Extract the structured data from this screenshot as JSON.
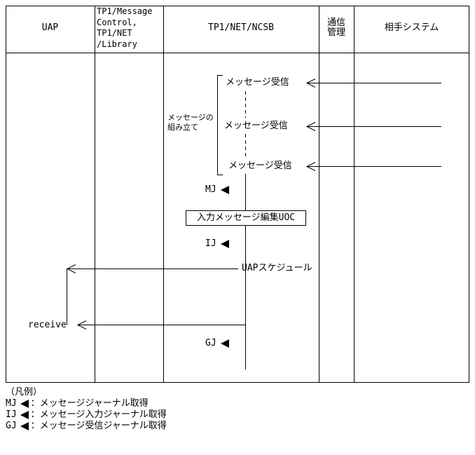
{
  "header": {
    "col_uap": "UAP",
    "col_library": "TP1/Message\nControl,\nTP1/NET\n/Library",
    "col_ncsb": "TP1/NET/NCSB",
    "col_comm": "通信\n管理",
    "col_partner": "相手システム"
  },
  "body": {
    "msg_receive_1": "メッセージ受信",
    "msg_receive_2": "メッセージ受信",
    "msg_receive_3": "メッセージ受信",
    "assembly_note": "メッセージの\n組み立て",
    "mj_label": "MJ",
    "uoc_box_label": "入力メッセージ編集UOC",
    "ij_label": "IJ",
    "uap_schedule_label": "UAPスケジュール",
    "receive_label": "receive",
    "gj_label": "GJ"
  },
  "legend": {
    "title": "（凡例）",
    "items": [
      {
        "code": "MJ",
        "desc": "：メッセージジャーナル取得"
      },
      {
        "code": "IJ",
        "desc": "：メッセージ入力ジャーナル取得"
      },
      {
        "code": "GJ",
        "desc": "：メッセージ受信ジャーナル取得"
      }
    ]
  },
  "colors": {
    "line": "#000000",
    "background": "#ffffff"
  }
}
